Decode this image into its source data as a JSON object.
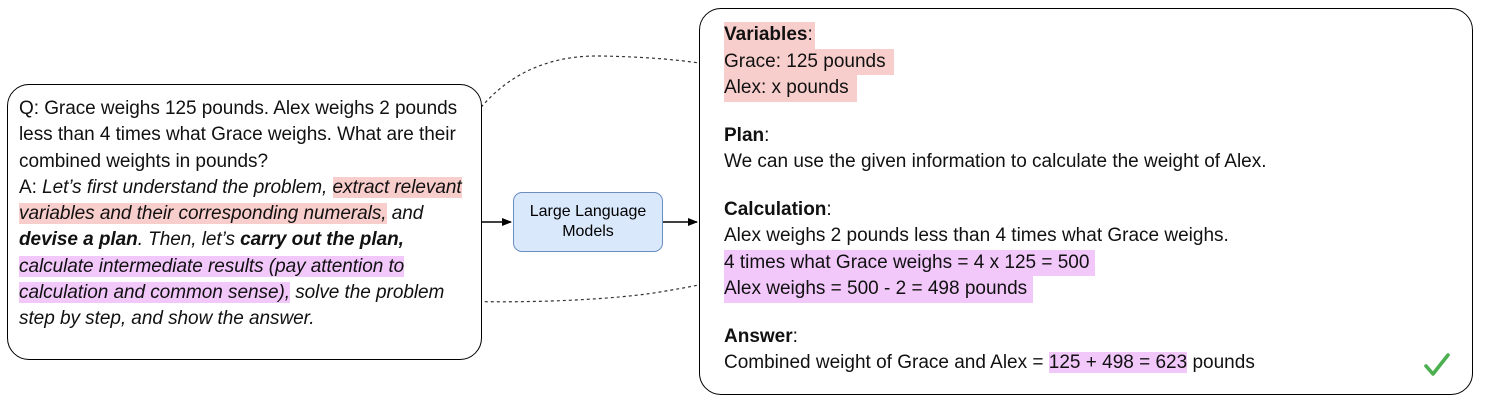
{
  "question": {
    "q_label": "Q:",
    "q_text": "Grace weighs 125 pounds. Alex weighs 2 pounds less than 4 times what Grace weighs. What are their combined weights in pounds?",
    "a_label": "A:",
    "a_intro": "Let’s first understand the problem,",
    "hl_variables": "extract relevant variables and their corresponding numerals,",
    "a_and": "and",
    "a_devise": "devise a plan",
    "a_then": ". Then, let’s",
    "a_carry": "carry out the plan,",
    "hl_calc": "calculate intermediate results (pay attention to calculation and common sense),",
    "a_tail": "solve the problem step by step, and show the answer."
  },
  "model": {
    "label": "Large Language Models"
  },
  "output": {
    "variables_heading": "Variables",
    "var_grace": "Grace: 125 pounds",
    "var_alex": "Alex: x pounds",
    "plan_heading": "Plan",
    "plan_text": "We can use the given information to calculate the weight of Alex.",
    "calc_heading": "Calculation",
    "calc_line1": "Alex weighs 2 pounds less than 4 times what Grace weighs.",
    "calc_line2": "4 times what Grace weighs = 4 x 125 = 500",
    "calc_line3": "Alex weighs = 500 - 2 = 498 pounds",
    "answer_heading": "Answer",
    "answer_prefix": "Combined weight of Grace and Alex =",
    "answer_eq": "125 + 498 = 623",
    "answer_suffix": "pounds",
    "colon": ":"
  },
  "colors": {
    "variables_highlight": "#f8cecc",
    "calculation_highlight": "#f2c8fb",
    "model_fill": "#dae8fc",
    "model_border": "#6c8ebf",
    "check": "#4caf50"
  },
  "icons": {
    "correct": "check-mark-icon"
  }
}
